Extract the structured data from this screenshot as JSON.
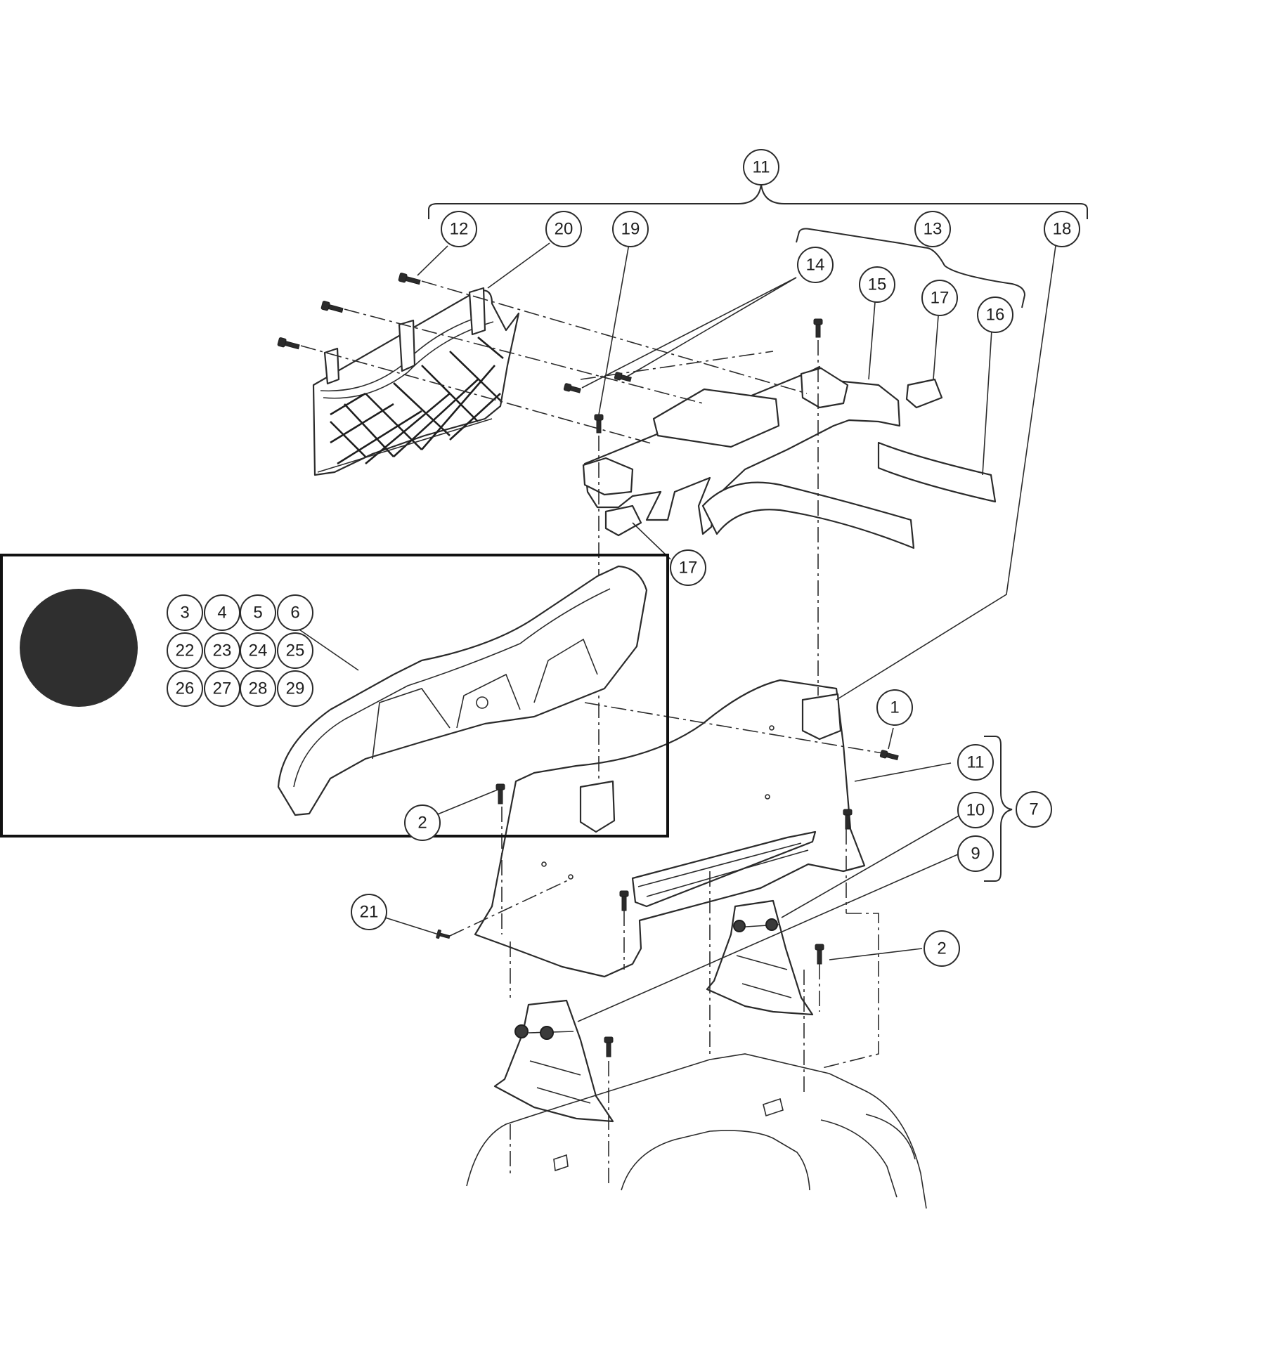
{
  "diagram": {
    "callouts": {
      "c11_top": "11",
      "c12": "12",
      "c20": "20",
      "c19": "19",
      "c13": "13",
      "c18": "18",
      "c14": "14",
      "c15": "15",
      "c17_top": "17",
      "c16": "16",
      "c17_low": "17",
      "c1": "1",
      "c11_mid": "11",
      "c7": "7",
      "c10": "10",
      "c9": "9",
      "c2_left": "2",
      "c21": "21",
      "c2_right": "2"
    },
    "inset_callouts": [
      "3",
      "4",
      "5",
      "6",
      "22",
      "23",
      "24",
      "25",
      "26",
      "27",
      "28",
      "29"
    ],
    "colors": {
      "line": "#2b2b2b",
      "inset_frame": "#111111",
      "marker_dot": "#2f2f2f",
      "background": "#ffffff"
    }
  }
}
